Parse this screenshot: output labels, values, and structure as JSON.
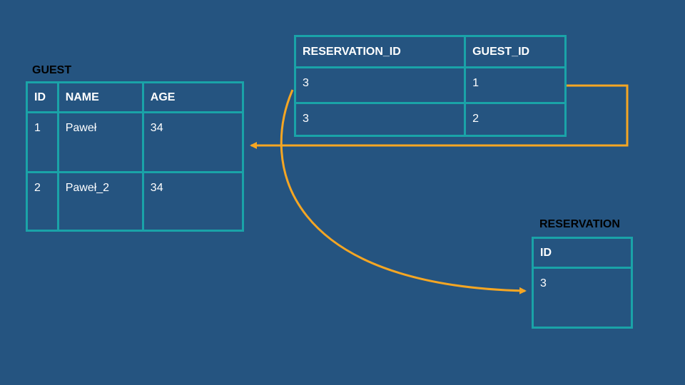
{
  "colors": {
    "background": "#255480",
    "table_border": "#1aa3a8",
    "arrow": "#f5a623",
    "table_text": "#ffffff",
    "label_text": "#000000"
  },
  "guest": {
    "label": "GUEST",
    "columns": [
      "ID",
      "NAME",
      "AGE"
    ],
    "rows": [
      [
        "1",
        "Paweł",
        "34"
      ],
      [
        "2",
        "Paweł_2",
        "34"
      ]
    ]
  },
  "link_table": {
    "columns": [
      "RESERVATION_ID",
      "GUEST_ID"
    ],
    "rows": [
      [
        "3",
        "1"
      ],
      [
        "3",
        "2"
      ]
    ]
  },
  "reservation": {
    "label": "RESERVATION",
    "columns": [
      "ID"
    ],
    "rows": [
      [
        "3"
      ]
    ]
  }
}
